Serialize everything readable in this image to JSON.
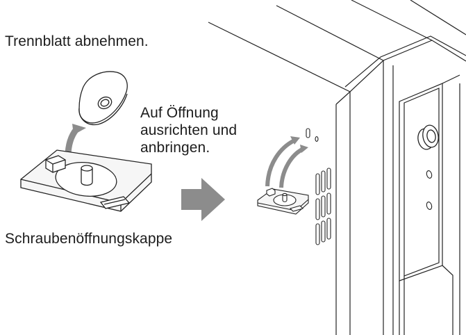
{
  "instructions": {
    "remove_backing": "Trennblatt abnehmen.",
    "align_line1": "Auf Öffnung",
    "align_line2": "ausrichten und",
    "align_line3": "anbringen.",
    "cap_label": "Schraubenöffnungskappe"
  },
  "colors": {
    "line": "#222222",
    "arrow_gray": "#8c8c8c",
    "direction_arrow": "#8c8c8c",
    "cap_fill": "#f2f2f2"
  }
}
